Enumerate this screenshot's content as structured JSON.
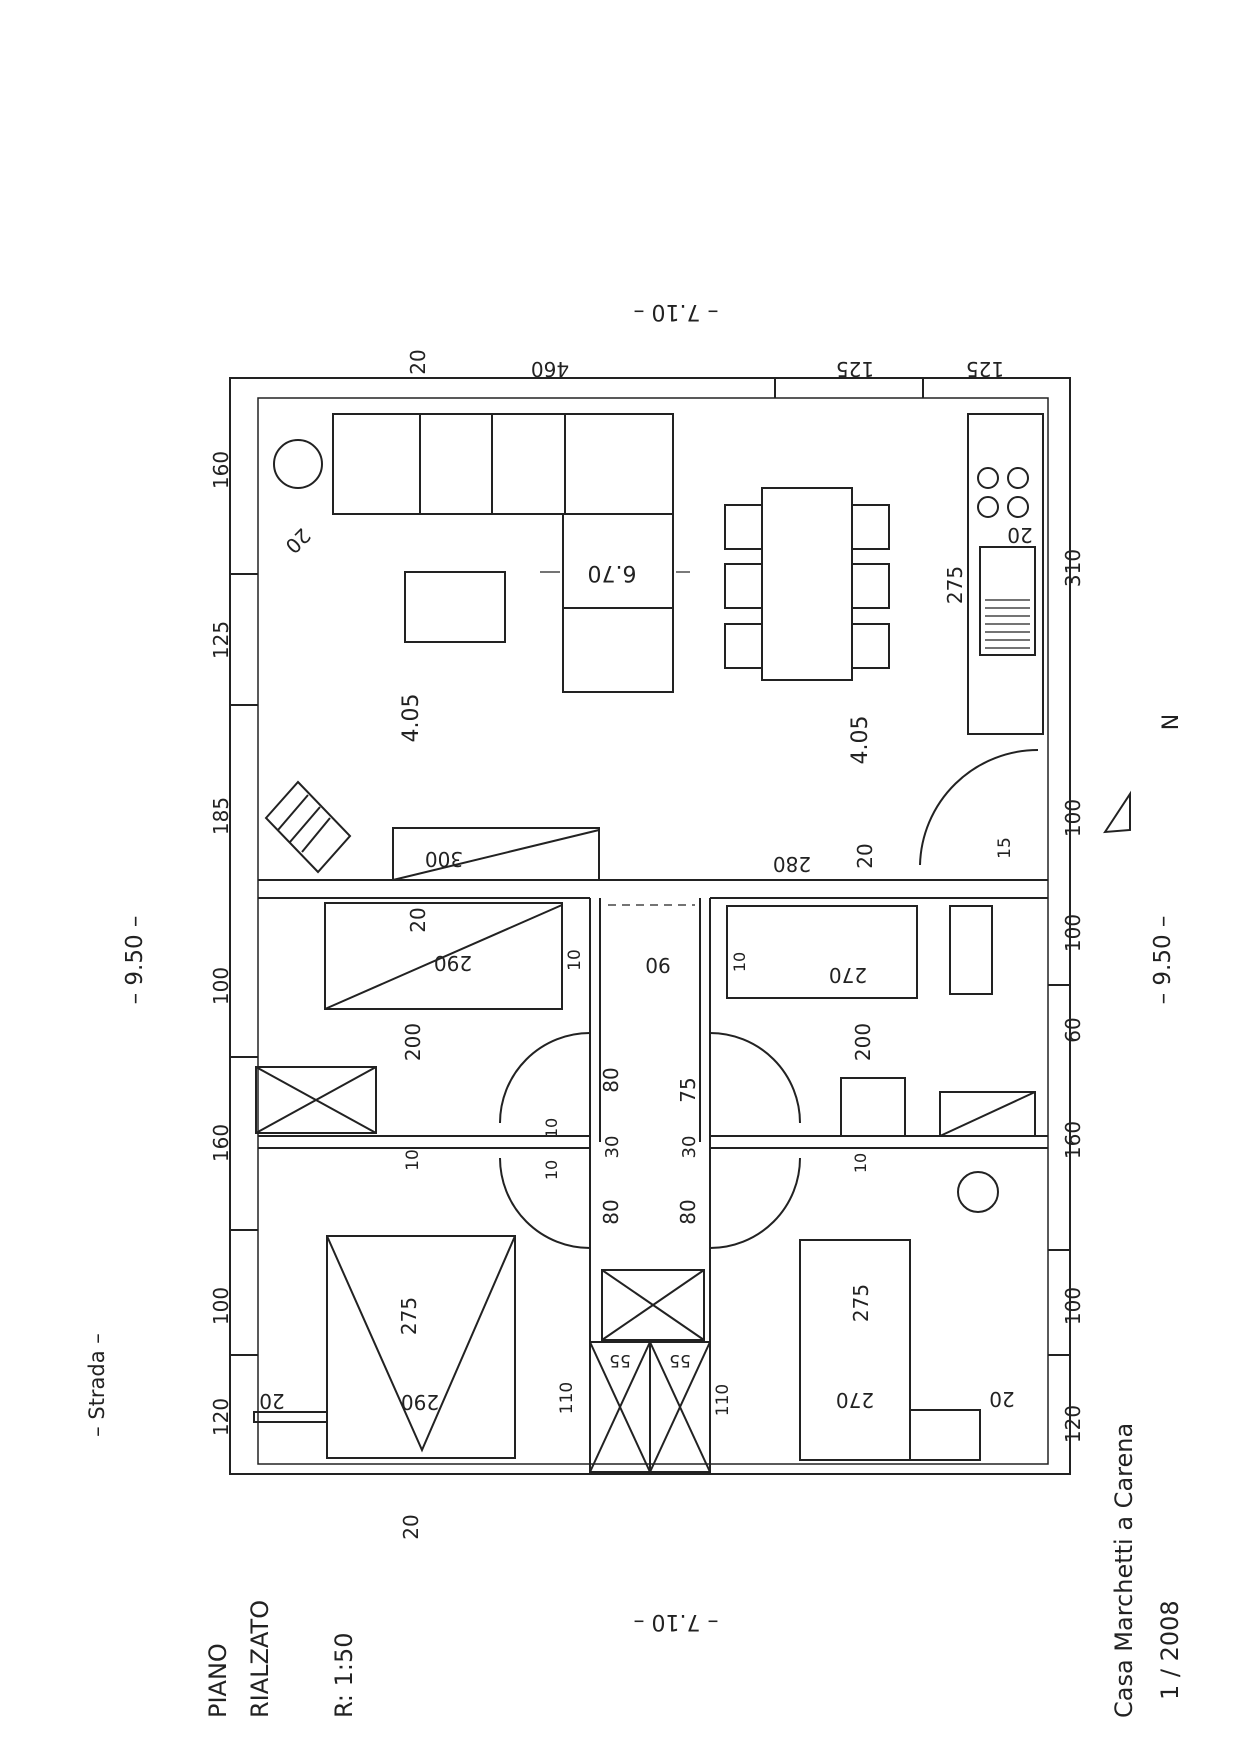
{
  "road_label": "– Strada –",
  "overall_dims": {
    "width_top": "– 7.10 –",
    "width_bottom": "– 7.10 –",
    "length_left": "– 9.50 –",
    "length_right": "– 9.50 –"
  },
  "north": {
    "label": "N"
  },
  "title_block": {
    "floor_line1": "PIANO",
    "floor_line2": "RIALZATO",
    "scale": "R: 1:50",
    "project": "Casa Marchetti a Carena",
    "date": "1 / 2008"
  },
  "wall_dims": {
    "left": [
      "160",
      "125",
      "185",
      "100",
      "160",
      "100",
      "120"
    ],
    "right": [
      "310",
      "100",
      "100",
      "60",
      "160",
      "100",
      "120"
    ],
    "top": [
      "20",
      "460",
      "125",
      "125"
    ],
    "bottom": [
      "20"
    ]
  },
  "room_labels": {
    "living_depth_left": "4.05",
    "living_depth_right": "4.05",
    "living_width": "6.70",
    "corner_20": "20",
    "kitchen_275": "275",
    "kitchen_20": "20",
    "sideboard_300": "300",
    "partition_280": "280",
    "partition_20": "20",
    "door_15": "15",
    "room1_bed_20": "20",
    "room1_bed_290": "290",
    "room1_10": "10",
    "room1_200": "200",
    "room1_10b": "10",
    "corridor_90": "90",
    "corridor_80a": "80",
    "corridor_75": "75",
    "corridor_30a": "30",
    "corridor_30b": "30",
    "corridor_80b": "80",
    "corridor_80c": "80",
    "corridor_10a": "10",
    "corridor_10b": "10",
    "bath_10": "10",
    "bath_270": "270",
    "bath_200": "200",
    "bath_10b": "10",
    "bed1_275": "275",
    "bed1_290": "290",
    "bed1_20": "20",
    "closet_110a": "110",
    "closet_55a": "55",
    "closet_55b": "55",
    "closet_110b": "110",
    "bed2_275": "275",
    "bed2_270": "270",
    "bed2_20": "20"
  }
}
